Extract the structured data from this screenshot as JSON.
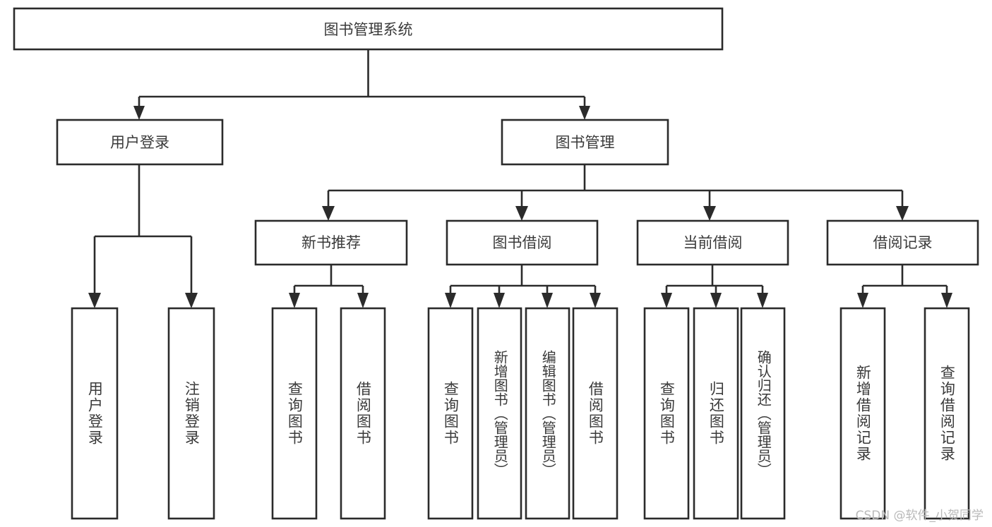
{
  "diagram": {
    "title_node": {
      "id": "root",
      "label": "图书管理系统"
    },
    "level2": [
      {
        "id": "login",
        "label": "用户登录"
      },
      {
        "id": "bookmgmt",
        "label": "图书管理"
      }
    ],
    "level3": [
      {
        "id": "newbook",
        "label": "新书推荐"
      },
      {
        "id": "borrow",
        "label": "图书借阅"
      },
      {
        "id": "current",
        "label": "当前借阅"
      },
      {
        "id": "records",
        "label": "借阅记录"
      }
    ],
    "leaves": {
      "login": [
        {
          "id": "leaf-user-login",
          "label": "用户登录"
        },
        {
          "id": "leaf-logout",
          "label": "注销登录"
        }
      ],
      "newbook": [
        {
          "id": "leaf-query-book-1",
          "label": "查询图书"
        },
        {
          "id": "leaf-borrow-book-1",
          "label": "借阅图书"
        }
      ],
      "borrow": [
        {
          "id": "leaf-query-book-2",
          "label": "查询图书"
        },
        {
          "id": "leaf-add-book",
          "label": "新增图书（管理员）"
        },
        {
          "id": "leaf-edit-book",
          "label": "编辑图书（管理员）"
        },
        {
          "id": "leaf-borrow-book-2",
          "label": "借阅图书"
        }
      ],
      "current": [
        {
          "id": "leaf-query-book-3",
          "label": "查询图书"
        },
        {
          "id": "leaf-return-book",
          "label": "归还图书"
        },
        {
          "id": "leaf-confirm-return",
          "label": "确认归还（管理员）"
        }
      ],
      "records": [
        {
          "id": "leaf-add-record",
          "label": "新增借阅记录"
        },
        {
          "id": "leaf-query-record",
          "label": "查询借阅记录"
        }
      ]
    },
    "watermark": "CSDN @软件_小贺同学",
    "colors": {
      "stroke": "#2b2b2b",
      "box_fill": "#ffffff",
      "text": "#3a3a3a",
      "watermark": "#b9b9b9",
      "background": "#ffffff"
    }
  }
}
